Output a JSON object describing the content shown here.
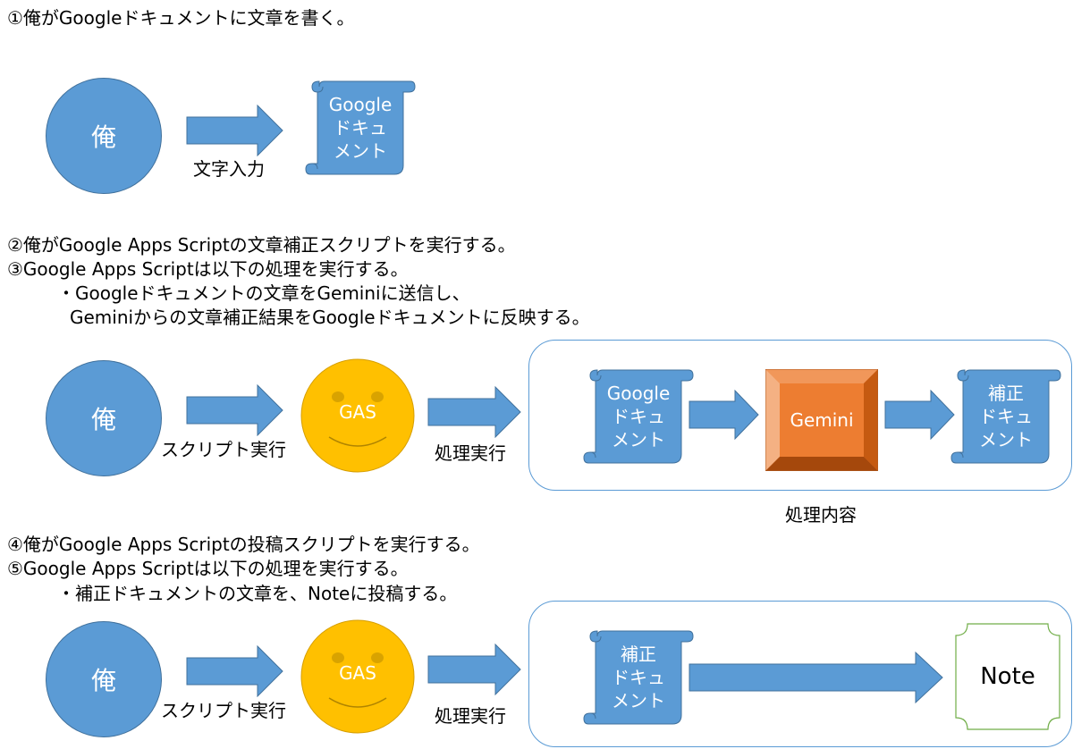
{
  "step1": {
    "heading": "①俺がGoogleドキュメントに文章を書く。"
  },
  "step2": {
    "heading": "②俺がGoogle Apps Scriptの文章補正スクリプトを実行する。"
  },
  "step3": {
    "heading": "③Google Apps Scriptは以下の処理を実行する。",
    "bullet_line1": "・Googleドキュメントの文章をGeminiに送信し、",
    "bullet_line2": "Geminiからの文章補正結果をGoogleドキュメントに反映する。"
  },
  "step4": {
    "heading": "④俺がGoogle Apps Scriptの投稿スクリプトを実行する。"
  },
  "step5": {
    "heading": "⑤Google Apps Scriptは以下の処理を実行する。",
    "bullet_line1": "・補正ドキュメントの文章を、Noteに投稿する。"
  },
  "actor": "俺",
  "gas_label": "GAS",
  "gemini_label": "Gemini",
  "note_label": "Note",
  "google_doc": [
    "Google",
    "ドキュ",
    "メント"
  ],
  "corrected_doc": [
    "補正",
    "ドキュ",
    "メント"
  ],
  "labels": {
    "text_input": "文字入力",
    "script_run": "スクリプト実行",
    "process_run": "処理実行",
    "process_content": "処理内容"
  },
  "colors": {
    "blue": "#5b9bd5",
    "yellow": "#ffc000",
    "orange": "#ed7d31",
    "note_border": "#70ad47"
  }
}
